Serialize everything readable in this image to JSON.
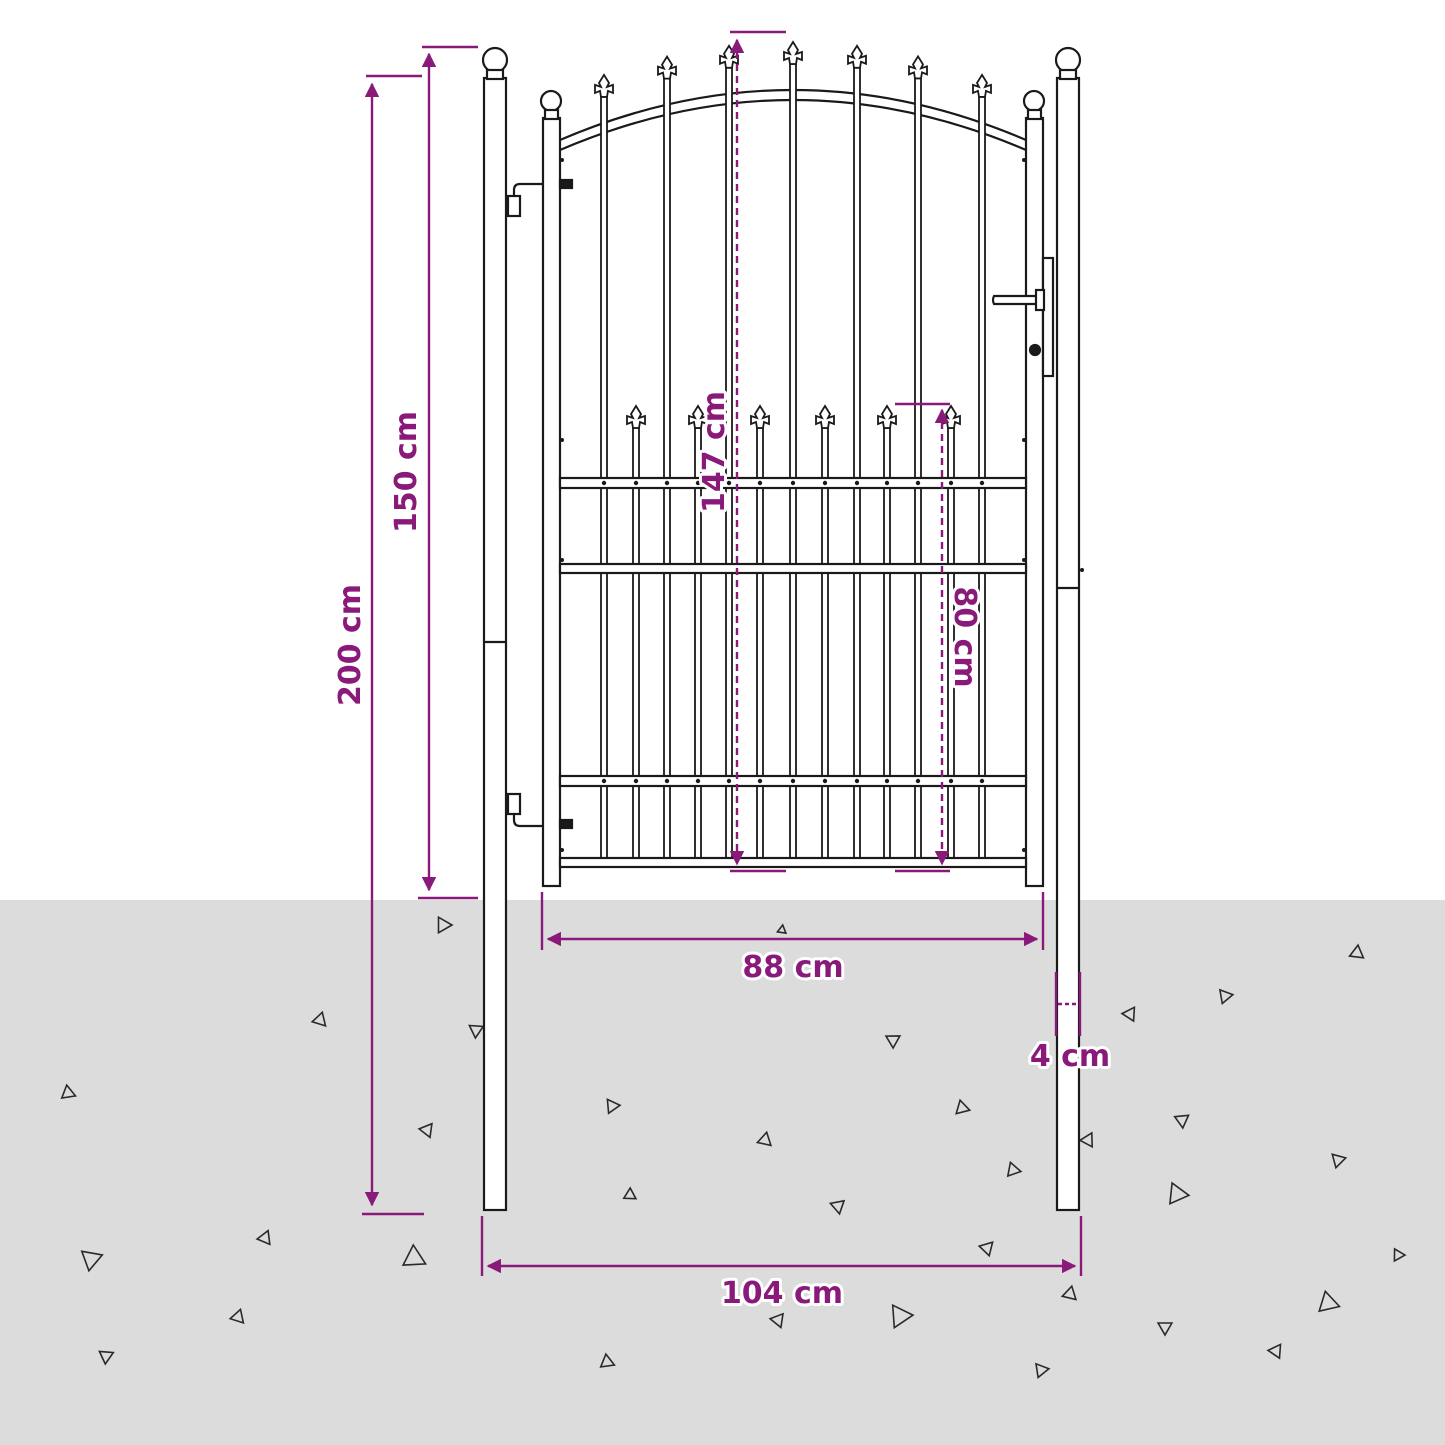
{
  "colors": {
    "dimension": "#8a1a7a",
    "ink": "#1a1a1a",
    "ground": "#dcdcdc",
    "sky": "#ffffff"
  },
  "labels": {
    "total_height": "200 cm",
    "gate_height": "150 cm",
    "leaf_height": "147 cm",
    "lower_panel_height": "80 cm",
    "gate_width": "88 cm",
    "post_width": "4 cm",
    "total_width": "104 cm"
  }
}
